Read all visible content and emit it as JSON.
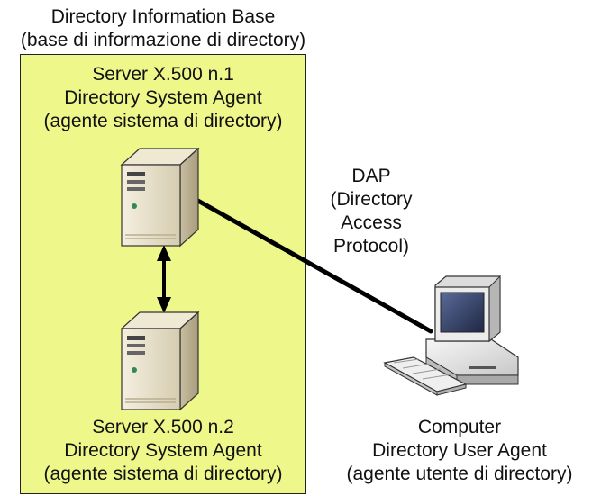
{
  "colors": {
    "dib_fill": "#eef78a",
    "link_color": "#000000",
    "server_body": "#e8e0c8",
    "monitor_screen": "#2f3a5e"
  },
  "dib": {
    "title_line1": "Directory Information Base",
    "title_line2": "(base di informazione di directory)"
  },
  "server1": {
    "line1": "Server X.500 n.1",
    "line2": "Directory System Agent",
    "line3": "(agente sistema di directory)",
    "icon": "server-icon"
  },
  "server2": {
    "line1": "Server X.500 n.2",
    "line2": "Directory System Agent",
    "line3": "(agente sistema di directory)",
    "icon": "server-icon"
  },
  "protocol": {
    "line1": "DAP",
    "line2": "(Directory",
    "line3": "Access",
    "line4": "Protocol)"
  },
  "client": {
    "line1": "Computer",
    "line2": "Directory User Agent",
    "line3": "(agente utente di directory)",
    "icon": "computer-icon"
  }
}
